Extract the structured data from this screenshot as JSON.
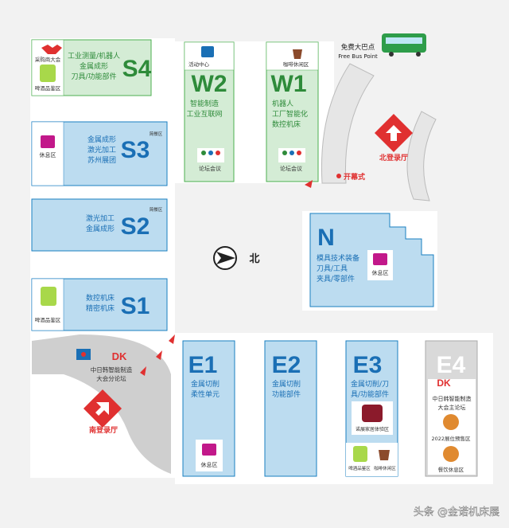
{
  "colors": {
    "s_hall": "#bcdcf0",
    "s_hall_border": "#1a7fc1",
    "s4_hall": "#c8e6c9",
    "w_hall": "#c8e6c9",
    "e_hall": "#bcdcf0",
    "e4_hall": "#d9d9d9",
    "n_hall": "#bcdcf0",
    "hall_letter_blue": "#1a6fb5",
    "hall_letter_green": "#2e8b3a",
    "hall_letter_gray": "#ffffff",
    "text_green": "#2e8b3a",
    "text_blue": "#1a6fb5",
    "accent_red": "#e03030",
    "corridor": "#ffffff",
    "gray_area": "#c8c8c8"
  },
  "halls": {
    "s4": {
      "code": "S4",
      "lines": [
        "工业测量/机器人",
        "金属成形",
        "刀具/功能部件"
      ],
      "label_left_top": "采购商大会",
      "label_left_bottom": "啤酒品鉴区"
    },
    "s3": {
      "code": "S3",
      "lines": [
        "金属成形",
        "激光加工",
        "苏州展团"
      ],
      "label_left": "休息区",
      "label_right": "简餐区"
    },
    "s2": {
      "code": "S2",
      "lines": [
        "激光加工",
        "金属成形"
      ],
      "label_right": "简餐区"
    },
    "s1": {
      "code": "S1",
      "lines": [
        "数控机床",
        "精密机床"
      ],
      "label_left": "啤酒品鉴区"
    },
    "w2": {
      "code": "W2",
      "lines": [
        "智能制造",
        "工业互联网"
      ],
      "label_top": "活动中心",
      "label_bottom": "论坛会议"
    },
    "w1": {
      "code": "W1",
      "lines": [
        "机器人",
        "工厂智能化",
        "数控机床"
      ],
      "label_top": "咖啡休闲区",
      "label_bottom": "论坛会议"
    },
    "n": {
      "code": "N",
      "lines": [
        "模具技术装备",
        "刀具/工具",
        "夹具/零部件"
      ],
      "label_right": "休息区"
    },
    "e1": {
      "code": "E1",
      "lines": [
        "金属切削",
        "柔性单元"
      ],
      "label_bottom": "休息区"
    },
    "e2": {
      "code": "E2",
      "lines": [
        "金属切削",
        "功能部件"
      ]
    },
    "e3": {
      "code": "E3",
      "lines": [
        "金属切削/刀",
        "具/功能部件"
      ],
      "label_mid": "诺展家居体验区",
      "label_bottom_left": "啤酒品鉴区",
      "label_bottom_right": "咖啡休闲区"
    },
    "e4": {
      "code": "E4",
      "lines": [
        "中日韩智能制造",
        "大会主论坛"
      ],
      "label_mid": "2022展位预售区",
      "label_bottom": "餐饮休息区"
    }
  },
  "landmarks": {
    "bus_cn": "免费大巴点",
    "bus_en": "Free Bus Point",
    "north_entrance": "北登录厅",
    "south_entrance": "南登录厅",
    "opening": "开幕式",
    "compass": "北",
    "forum_line1": "中日韩智能制造",
    "forum_line2": "大会分论坛",
    "watermark": "头条 @金诺机床展"
  }
}
